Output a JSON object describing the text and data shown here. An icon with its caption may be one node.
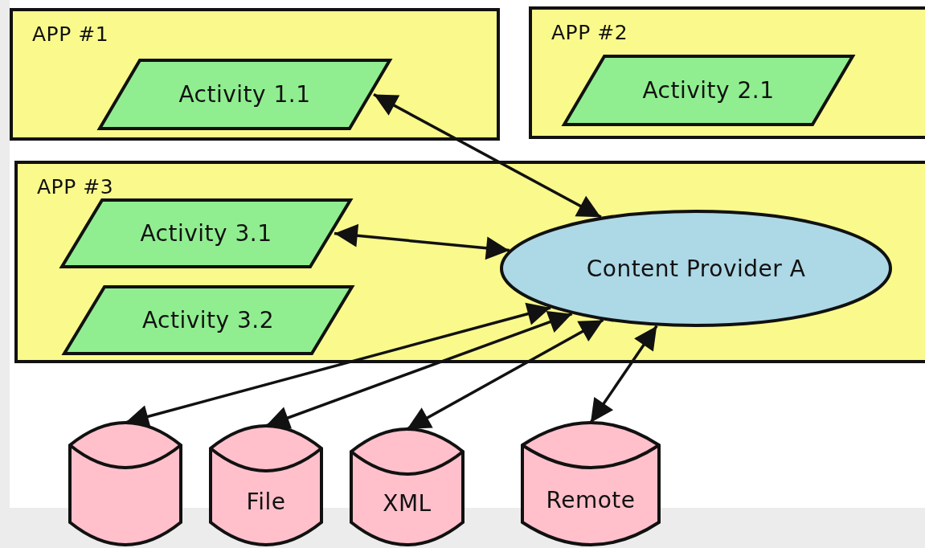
{
  "diagram": {
    "nodes": [
      {
        "text": [
          "APP #1"
        ]
      },
      {
        "text": [
          "Activity 1.1"
        ],
        "in": 0
      },
      {
        "text": [
          "APP #2"
        ]
      },
      {
        "text": [
          "Activity 2.1"
        ],
        "in": 2
      },
      {
        "text": [
          "APP #3"
        ]
      },
      {
        "text": [
          "Activity 3.1"
        ],
        "in": 4
      },
      {
        "text": [
          "Activity 3.2"
        ],
        "in": 4
      },
      {
        "text": [
          "Content Provider A"
        ],
        "in": 4
      },
      {
        "text": [],
        "shape": "cylinder"
      },
      {
        "text": [
          "File"
        ]
      },
      {
        "text": [
          "XML"
        ]
      },
      {
        "text": [
          "Remote"
        ]
      }
    ],
    "edges": [
      {
        "from": 7,
        "to": 1,
        "arrow": "both"
      },
      {
        "from": 5,
        "to": 7,
        "arrow": "both"
      },
      {
        "from": 7,
        "to": 8,
        "arrow": "both"
      },
      {
        "from": 7,
        "to": 9,
        "arrow": "both"
      },
      {
        "from": 7,
        "to": 10,
        "arrow": "both"
      },
      {
        "from": 7,
        "to": 11,
        "arrow": "both"
      }
    ]
  }
}
